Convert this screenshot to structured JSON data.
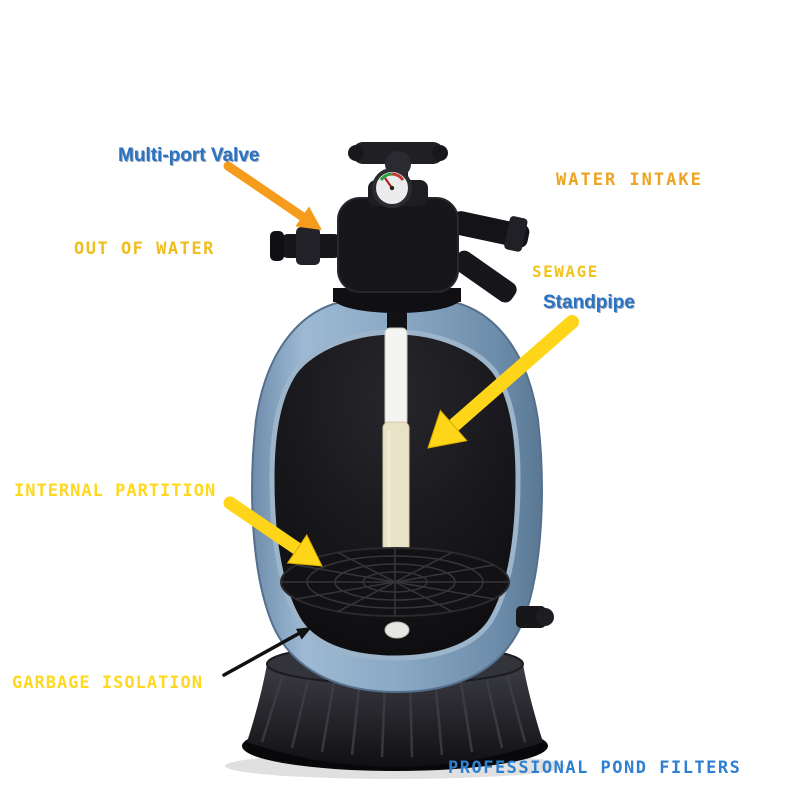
{
  "labels": {
    "multiport_valve": "Multi-port Valve",
    "water_intake": "WATER INTAKE",
    "out_of_water": "OUT OF WATER",
    "sewage": "SEWAGE",
    "standpipe": "Standpipe",
    "internal_partition": "INTERNAL PARTITION",
    "garbage_isolation": "GARBAGE ISOLATION",
    "footer": "PROFESSIONAL POND FILTERS"
  },
  "colors": {
    "label_blue": "#2a72c2",
    "label_footer_blue": "#2f80d0",
    "label_yellow": "#ffd81f",
    "label_gold": "#f2c31d",
    "label_orange": "#eda422",
    "arrow_orange": "#f59c1c",
    "arrow_yellow": "#ffd519",
    "arrow_black": "#111111",
    "tank_blue": "#8aa9c4",
    "valve_black": "#17171b",
    "standpipe_white": "#f4f4f2",
    "standpipe_cream": "#eae2c6"
  }
}
